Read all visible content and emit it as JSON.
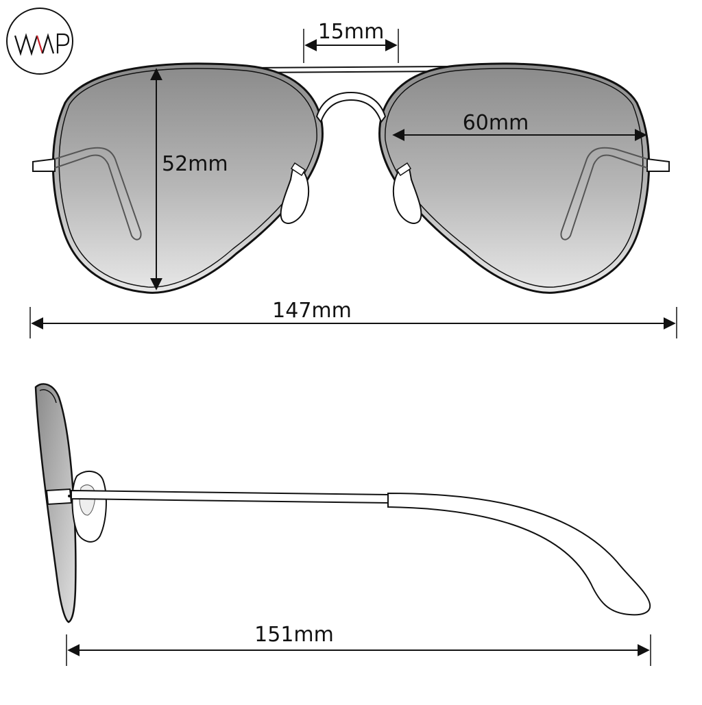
{
  "logo": {
    "text": "WMP",
    "accent_color": "#c8202a"
  },
  "dimensions": {
    "bridge": "15mm",
    "lens_width": "60mm",
    "lens_height": "52mm",
    "frame_width": "147mm",
    "temple_length": "151mm"
  },
  "colors": {
    "line": "#111111",
    "lens_top": "#8c8c8c",
    "lens_bottom": "#e6e6e6",
    "background": "#ffffff"
  }
}
